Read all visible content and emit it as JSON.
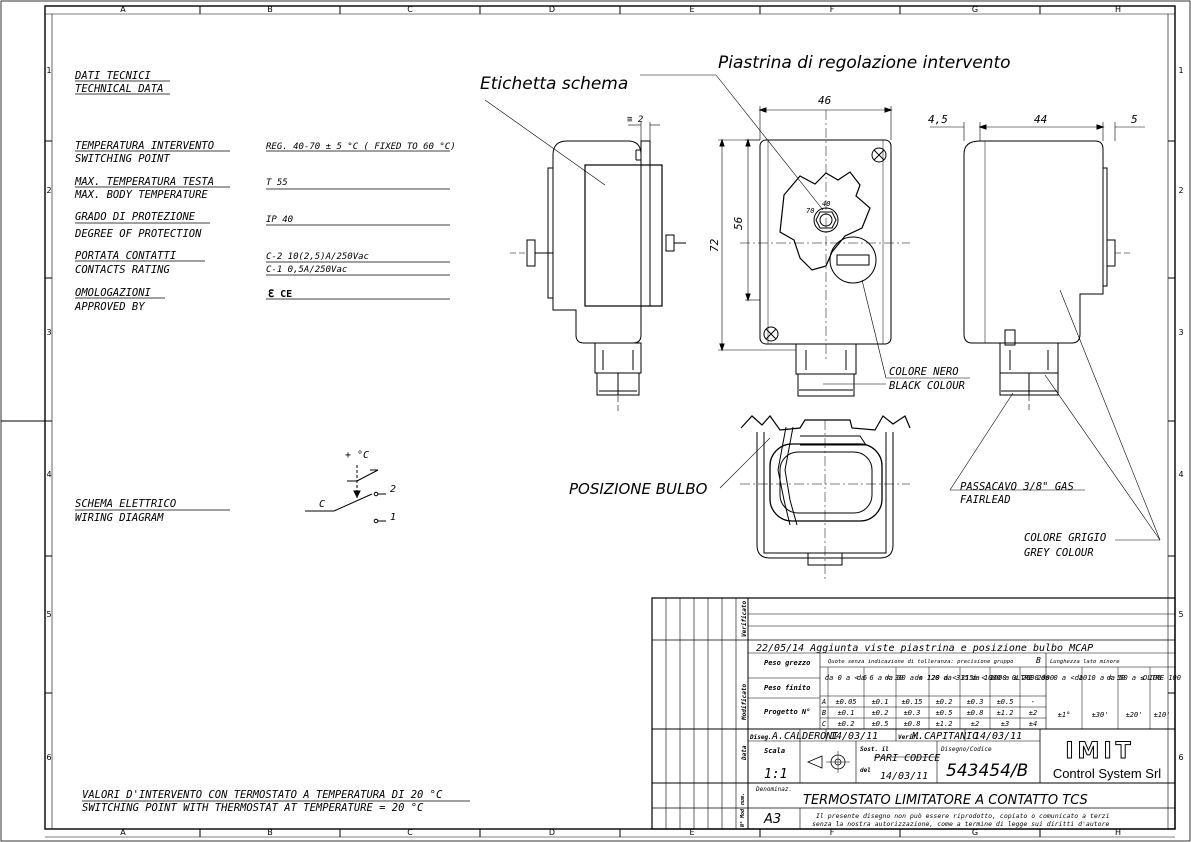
{
  "frame": {
    "cols": [
      "A",
      "B",
      "C",
      "D",
      "E",
      "F",
      "G",
      "H"
    ],
    "rows": [
      "1",
      "2",
      "3",
      "4",
      "5",
      "6"
    ]
  },
  "tech_data": {
    "header_it": "DATI TECNICI",
    "header_en": "TECHNICAL DATA",
    "items": [
      {
        "label_it": "TEMPERATURA INTERVENTO",
        "label_en": "SWITCHING POINT",
        "value1": "REG. 40-70 ± 5 °C ( FIXED TO 60 °C)",
        "value2": ""
      },
      {
        "label_it": "MAX. TEMPERATURA TESTA",
        "label_en": "MAX. BODY TEMPERATURE",
        "value1": "T 55",
        "value2": ""
      },
      {
        "label_it": "GRADO DI PROTEZIONE",
        "label_en": "DEGREE OF PROTECTION",
        "value1": "IP 40",
        "value2": ""
      },
      {
        "label_it": "PORTATA CONTATTI",
        "label_en": "CONTACTS RATING",
        "value1": "C-2 10(2,5)A/250Vac",
        "value2": "C-1 0,5A/250Vac"
      },
      {
        "label_it": "OMOLOGAZIONI",
        "label_en": "APPROVED BY",
        "value1": "",
        "value2": ""
      }
    ],
    "approval_marks": "ℇ CE"
  },
  "wiring": {
    "label_it": "SCHEMA ELETTRICO",
    "label_en": "WIRING DIAGRAM",
    "temp_label": "+ °C",
    "c": "C",
    "n2": "2",
    "n1": "1"
  },
  "footer_note": {
    "it": "VALORI D'INTERVENTO CON TERMOSTATO A TEMPERATURA DI 20 °C",
    "en": "SWITCHING POINT WITH THERMOSTAT AT TEMPERATURE = 20 °C"
  },
  "callouts": {
    "etichetta": "Etichetta schema",
    "piastrina": "Piastrina di regolazione intervento",
    "posizione_bulbo": "POSIZIONE BULBO",
    "colore_nero_it": "COLORE NERO",
    "colore_nero_en": "BLACK COLOUR",
    "passacavo_it": "PASSACAVO 3/8\" GAS",
    "passacavo_en": "FAIRLEAD",
    "colore_grigio_it": "COLORE GRIGIO",
    "colore_grigio_en": "GREY COLOUR"
  },
  "dimensions": {
    "d_side_gap": "≅ 2",
    "d_width_front": "46",
    "d_height_total": "72",
    "d_height_inner": "56",
    "d_right_a": "4,5",
    "d_right_b": "44",
    "d_right_c": "5",
    "dial_n1": "70",
    "dial_n2": "40"
  },
  "title_block": {
    "side_verificato": "Verificato",
    "side_modificato": "Modificato",
    "side_data": "Data",
    "side_nmod": "N° Mod",
    "side_nmod2": "num.",
    "revision": "22/05/14 Aggiunta viste piastrina e posizione bulbo MCAP",
    "peso_grezzo": "Peso grezzo",
    "peso_finito": "Peso finito",
    "progetto": "Progetto N°",
    "tol_header": "Quote senza indicazione di tolleranza: precisione gruppo",
    "tol_group": "B",
    "lunghezza": "Lunghezza lato minore",
    "tol_ranges": [
      "da 0 a < 6",
      "da 6 a < 30",
      "da 30 a < 120",
      "da 120 a < 315",
      "da 315 a < 1000",
      "da 1000 a ≤ 2000",
      "OLTRE 2000"
    ],
    "tol_rows": [
      {
        "grp": "A",
        "vals": [
          "±0.05",
          "±0.1",
          "±0.15",
          "±0.2",
          "±0.3",
          "±0.5",
          "-"
        ]
      },
      {
        "grp": "B",
        "vals": [
          "±0.1",
          "±0.2",
          "±0.3",
          "±0.5",
          "±0.8",
          "±1.2",
          "±2"
        ]
      },
      {
        "grp": "C",
        "vals": [
          "±0.2",
          "±0.5",
          "±0.8",
          "±1.2",
          "±2",
          "±3",
          "±4"
        ]
      }
    ],
    "ang_ranges": [
      "da 0 a < 10",
      "da 10 a < 50",
      "da 50 a ≤ 100",
      "OLTRE 100"
    ],
    "ang_vals": [
      "±1°",
      "±30'",
      "±20'",
      "±10'"
    ],
    "disegnatore_label": "Diseg.",
    "disegnatore": "A.CALDERONI",
    "data_dis": "14/03/11",
    "verif_label": "Verif.",
    "verificatore": "M.CAPITANIO",
    "data_verif": "14/03/11",
    "scala_label": "Scala",
    "scala": "1:1",
    "sost_label": "Sost. il",
    "sost": "PARI CODICE",
    "del_label": "del",
    "del_date": "14/03/11",
    "codice_label": "Disegno/Codice",
    "codice": "543454/B",
    "logo": "IMIT",
    "company": "Control System Srl",
    "denominaz_label": "Denominaz.",
    "denominaz": "TERMOSTATO LIMITATORE A CONTATTO TCS",
    "formato": "A3",
    "legal_1": "Il presente disegno non può essere riprodotto, copiato o comunicato a terzi",
    "legal_2": "senza la nostra autorizzazione, come a termine di legge sui diritti d'autore"
  }
}
